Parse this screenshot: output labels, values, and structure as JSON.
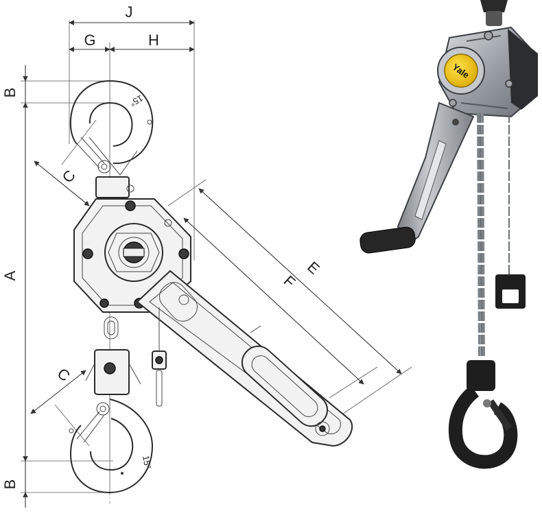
{
  "drawing": {
    "dimension_labels": {
      "J": "J",
      "G": "G",
      "H": "H",
      "B_top": "B",
      "A": "A",
      "C_top": "C",
      "C_bottom": "C",
      "F": "F",
      "E": "E",
      "B_bottom": "B"
    },
    "hook_angle_top": "15°",
    "hook_angle_bottom": "15°"
  },
  "product": {
    "brand_text": "Yale"
  },
  "colors": {
    "line": "#2a2a2a",
    "hoist_body": "#8a8e93",
    "brand_yellow": "#f5c400",
    "hook_black": "#1e1e1e",
    "chain": "#b8bcc0"
  }
}
